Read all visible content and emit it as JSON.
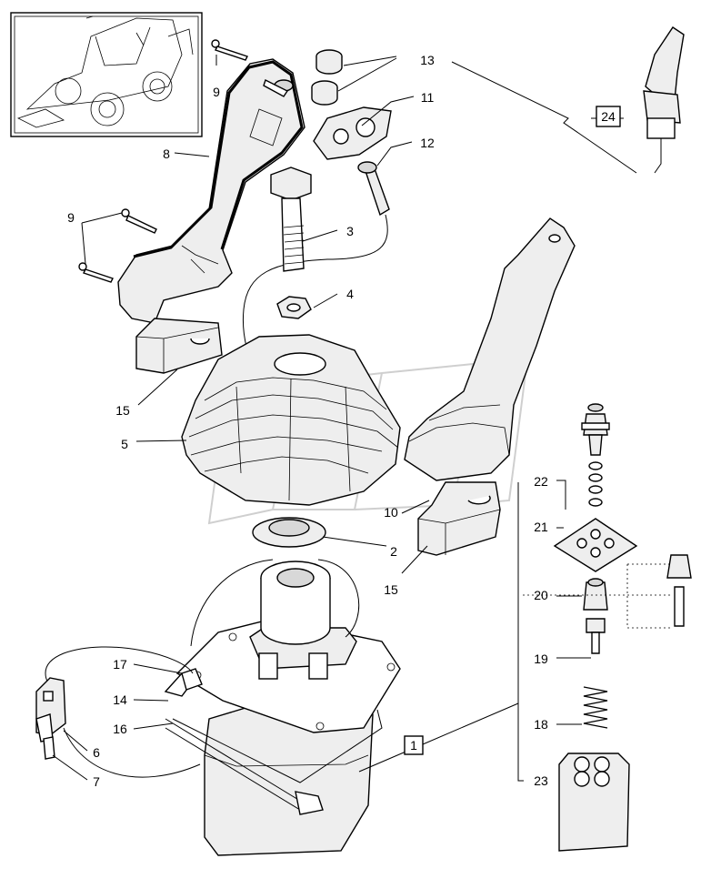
{
  "diagram": {
    "labels": [
      {
        "id": "13",
        "text": "13"
      },
      {
        "id": "11",
        "text": "11"
      },
      {
        "id": "12",
        "text": "12"
      },
      {
        "id": "9a",
        "text": "9"
      },
      {
        "id": "9b",
        "text": "9"
      },
      {
        "id": "8",
        "text": "8"
      },
      {
        "id": "3",
        "text": "3"
      },
      {
        "id": "4",
        "text": "4"
      },
      {
        "id": "15a",
        "text": "15"
      },
      {
        "id": "5",
        "text": "5"
      },
      {
        "id": "10",
        "text": "10"
      },
      {
        "id": "2",
        "text": "2"
      },
      {
        "id": "15b",
        "text": "15"
      },
      {
        "id": "22",
        "text": "22"
      },
      {
        "id": "21",
        "text": "21"
      },
      {
        "id": "20",
        "text": "20"
      },
      {
        "id": "19",
        "text": "19"
      },
      {
        "id": "18",
        "text": "18"
      },
      {
        "id": "23",
        "text": "23"
      },
      {
        "id": "17",
        "text": "17"
      },
      {
        "id": "14",
        "text": "14"
      },
      {
        "id": "16",
        "text": "16"
      },
      {
        "id": "6",
        "text": "6"
      },
      {
        "id": "7",
        "text": "7"
      }
    ],
    "boxed_labels": [
      {
        "id": "24",
        "text": "24"
      },
      {
        "id": "1",
        "text": "1"
      }
    ]
  }
}
